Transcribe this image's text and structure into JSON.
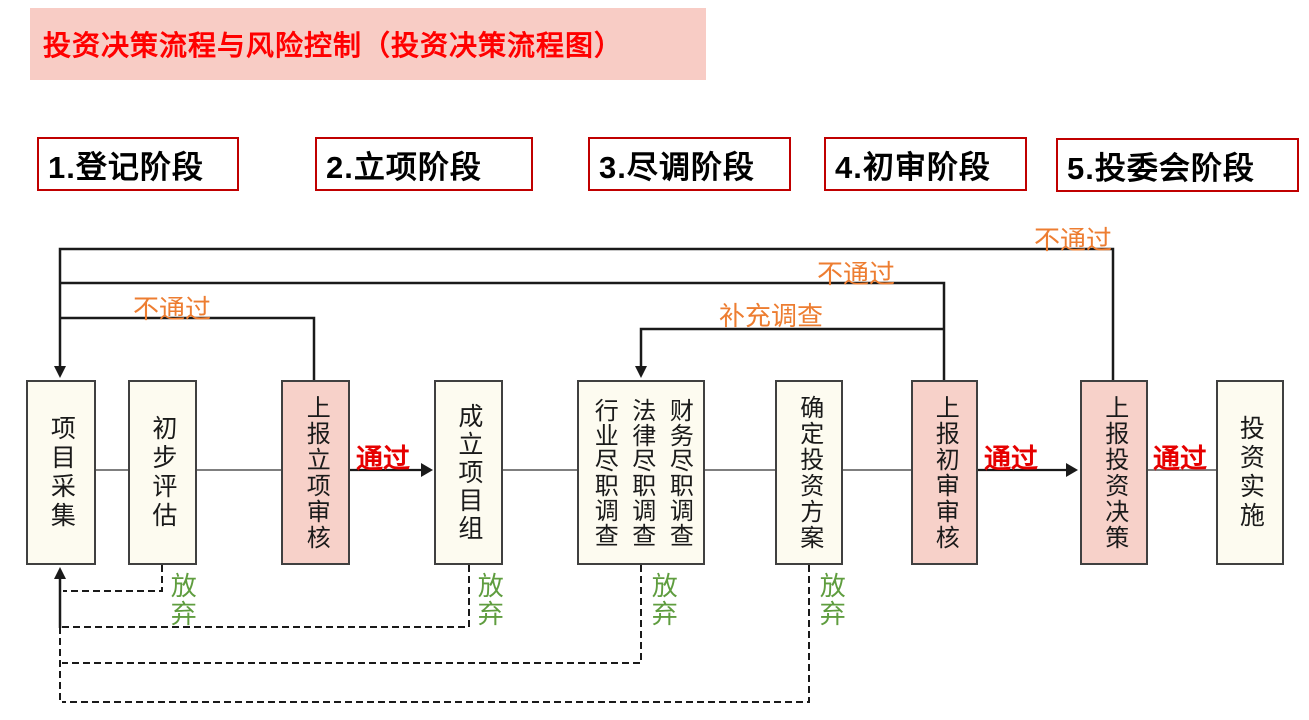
{
  "title": {
    "text": "投资决策流程与风险控制（投资决策流程图）"
  },
  "stages": [
    {
      "label": "1.登记阶段"
    },
    {
      "label": "2.立项阶段"
    },
    {
      "label": "3.尽调阶段"
    },
    {
      "label": "4.初审阶段"
    },
    {
      "label": "5.投委会阶段"
    }
  ],
  "nodes": [
    {
      "label": "项目采集",
      "variant": "plain"
    },
    {
      "label": "初步评估",
      "variant": "plain"
    },
    {
      "label": "上报立项审核",
      "variant": "highlight"
    },
    {
      "label": "成立项目组",
      "variant": "plain"
    },
    {
      "columns": [
        "行业尽职调查",
        "法律尽职调查",
        "财务尽职调查"
      ],
      "variant": "plain"
    },
    {
      "label": "确定投资方案",
      "variant": "plain"
    },
    {
      "label": "上报初审审核",
      "variant": "highlight"
    },
    {
      "label": "上报投资决策",
      "variant": "highlight"
    },
    {
      "label": "投资实施",
      "variant": "plain"
    }
  ],
  "edge_labels": {
    "pass": "通过",
    "fail": "不通过",
    "supplement": "补充调查",
    "abandon": "放弃"
  },
  "colors": {
    "banner_bg": "#f8ccc5",
    "title_red": "#ff0000",
    "stage_border": "#c00000",
    "node_plain_bg": "#fdfbf0",
    "node_highlight_bg": "#f7d1c9",
    "pass_red": "#e60000",
    "fail_orange": "#ed7d31",
    "abandon_green": "#5f9d3f",
    "line_black": "#1a1a1a",
    "line_gray": "#7f7f7f"
  }
}
